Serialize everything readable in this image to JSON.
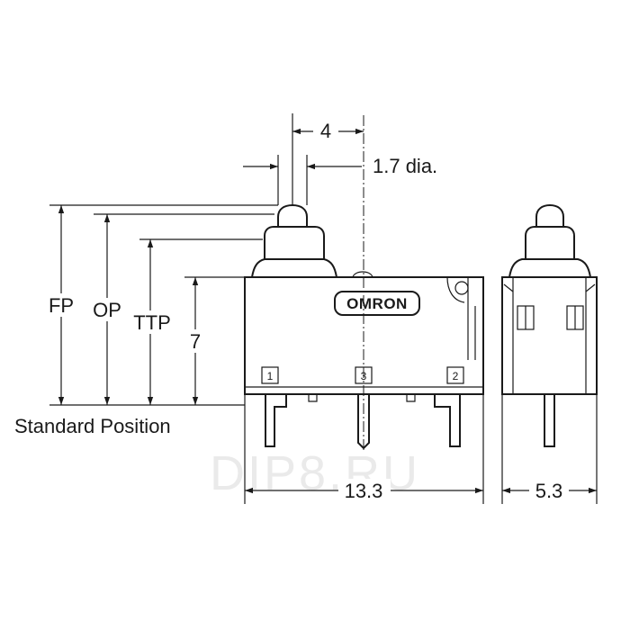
{
  "diagram": {
    "dim_4": "4",
    "dim_dia": "1.7 dia.",
    "dim_fp": "FP",
    "dim_op": "OP",
    "dim_ttp": "TTP",
    "dim_7": "7",
    "standard_position": "Standard Position",
    "dim_width": "13.3",
    "dim_depth": "5.3",
    "brand": "OMRON",
    "pins": [
      "1",
      "3",
      "2"
    ],
    "watermark": "DIP8.RU"
  }
}
